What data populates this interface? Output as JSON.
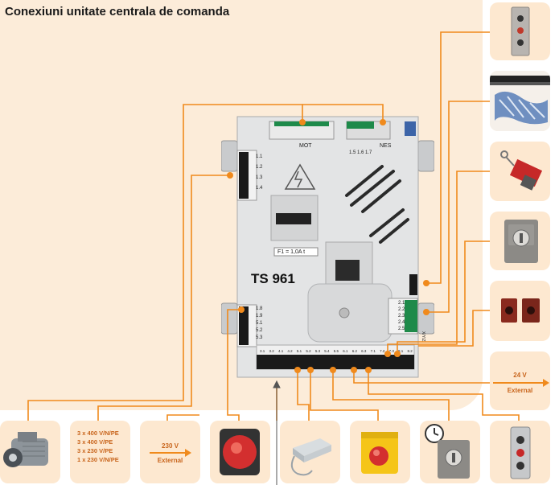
{
  "title": "Conexiuni unitate centrala de comanda",
  "unit": {
    "model": "TS 961",
    "fuse": "F1 = 1,0A t",
    "mot_label": "MOT",
    "nes_label": "NES",
    "nes_pins": "1.5 1.6 1.7",
    "left_top_pins": [
      "1.1",
      "1.2",
      "1.3",
      "1.4"
    ],
    "left_bottom_pins": [
      "1.8",
      "1.9",
      "5.1",
      "5.2",
      "5.3"
    ],
    "right_pins": [
      "2.1",
      "2.2",
      "2.3",
      "2.4",
      "2.5"
    ],
    "bottom_pins": [
      "3.1",
      "3.2",
      "4.1",
      "4.2",
      "5.1",
      "5.2",
      "5.3",
      "5.4",
      "5.5",
      "6.1",
      "6.2",
      "6.3",
      "7.1",
      "7.2",
      "7.3",
      "8.1",
      "8.2"
    ],
    "side_text": "X/Y/Z"
  },
  "supply": {
    "lines": [
      "3 x 400 V/N/PE",
      "3 x 400 V/PE",
      "3 x 230 V/PE",
      "1 x 230 V/N/PE"
    ]
  },
  "ext230": {
    "voltage": "230 V",
    "label": "External"
  },
  "ext24": {
    "voltage": "24 V",
    "label": "External"
  },
  "devices": {
    "top_right": [
      "push-button-panel",
      "safety-edge",
      "slack-rope-switch",
      "key-switch",
      "photo-cell"
    ],
    "bottom": [
      "motor",
      "emergency-stop",
      "radio-receiver",
      "mushroom-button",
      "timer-switch",
      "three-button-panel"
    ]
  },
  "colors": {
    "wire": "#f08a1c",
    "tile": "#fde8d0",
    "panel": "#fcecd9",
    "text_accent": "#c8641b"
  }
}
